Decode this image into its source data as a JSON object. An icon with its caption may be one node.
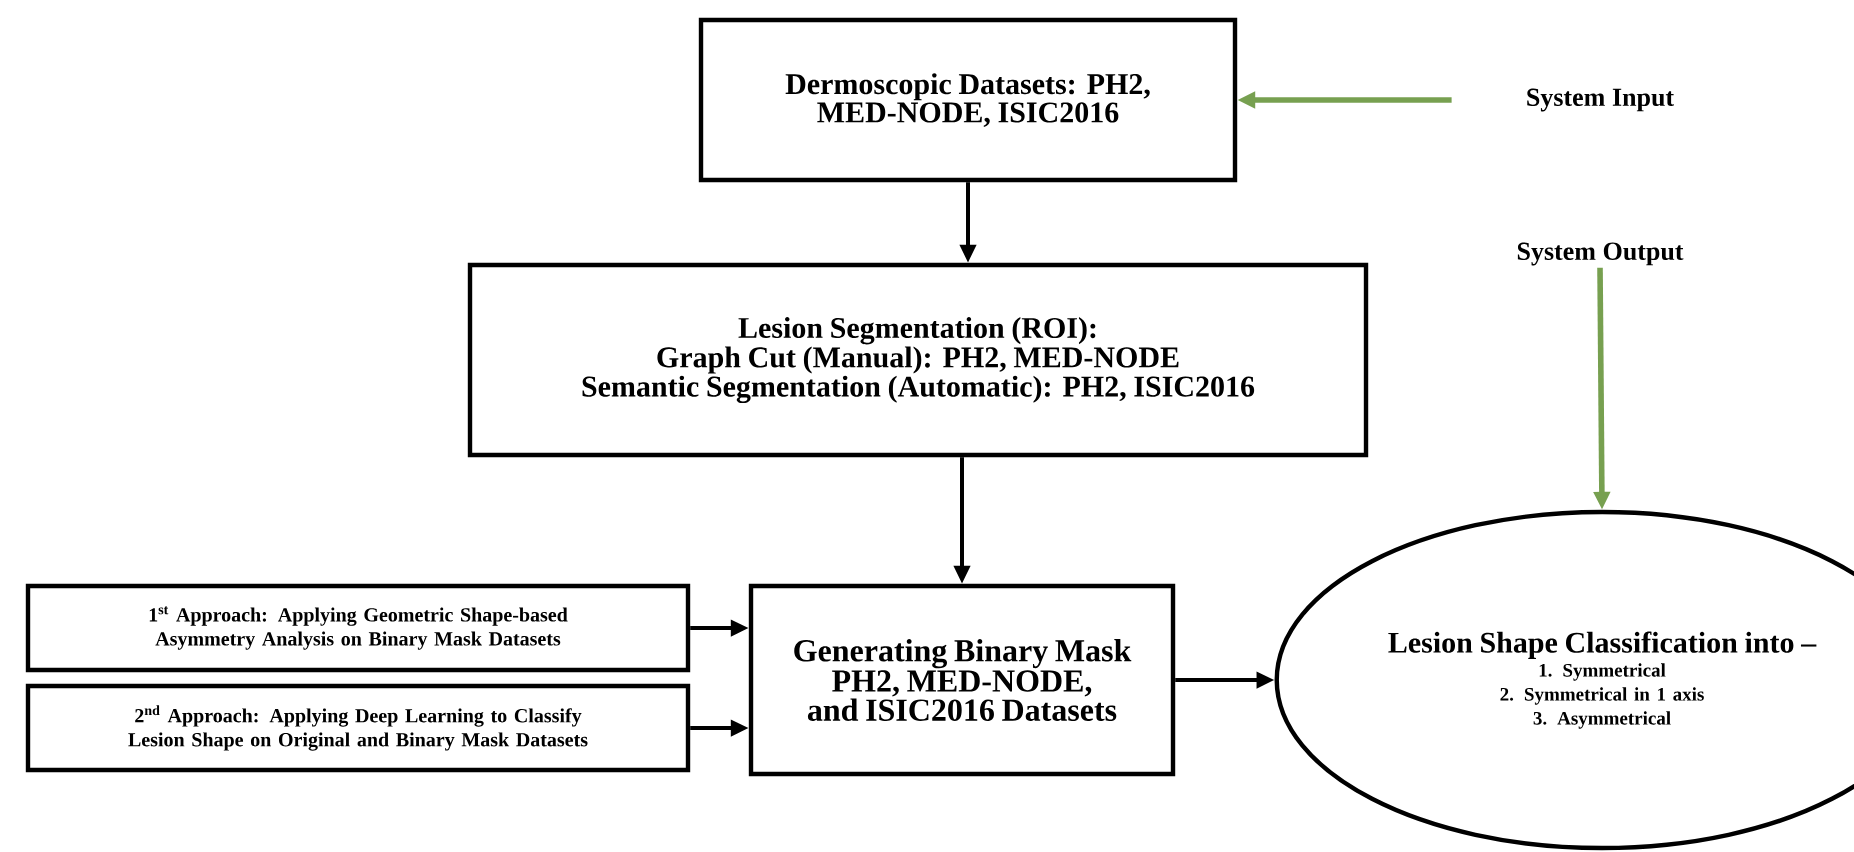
{
  "diagram": {
    "nodes": [
      {
        "text": [
          "Dermoscopic Datasets: PH2, MED-NODE, ISIC2016"
        ]
      },
      {
        "text": [
          "System Input"
        ]
      },
      {
        "text": [
          "Lesion Segmentation (ROI):",
          "Graph Cut (Manual): PH2, MED-NODE",
          "Semantic Segmentation (Automatic): PH2, ISIC2016"
        ]
      },
      {
        "text": [
          "System Output"
        ]
      },
      {
        "text": [
          "1$^{st}$ Approach: Applying Geometric Shape-based Asymmetry Analysis on Binary Mask Datasets"
        ]
      },
      {
        "text": [
          "2$^{nd}$ Approach: Applying Deep Learning to Classify Lesion Shape on Original and Binary Mask Datasets"
        ]
      },
      {
        "text": [
          "Generating Binary Mask PH2, MED-NODE, and ISIC2016 Datasets"
        ]
      },
      {
        "text": [
          "Lesion Shape Classification into –",
          "1. Symmetrical",
          "2. Symmetrical in 1 axis",
          "3. Asymmetrical"
        ]
      }
    ],
    "edges": [
      {
        "from": 1,
        "to": 0,
        "arrow": "to",
        "color": "#77a050"
      },
      {
        "from": 0,
        "to": 2,
        "arrow": "to"
      },
      {
        "from": 2,
        "to": 6,
        "arrow": "to"
      },
      {
        "from": 3,
        "to": 7,
        "arrow": "to",
        "color": "#77a050"
      },
      {
        "from": 4,
        "to": 6,
        "arrow": "to"
      },
      {
        "from": 5,
        "to": 6,
        "arrow": "to"
      },
      {
        "from": 6,
        "to": 7,
        "arrow": "to"
      }
    ]
  }
}
